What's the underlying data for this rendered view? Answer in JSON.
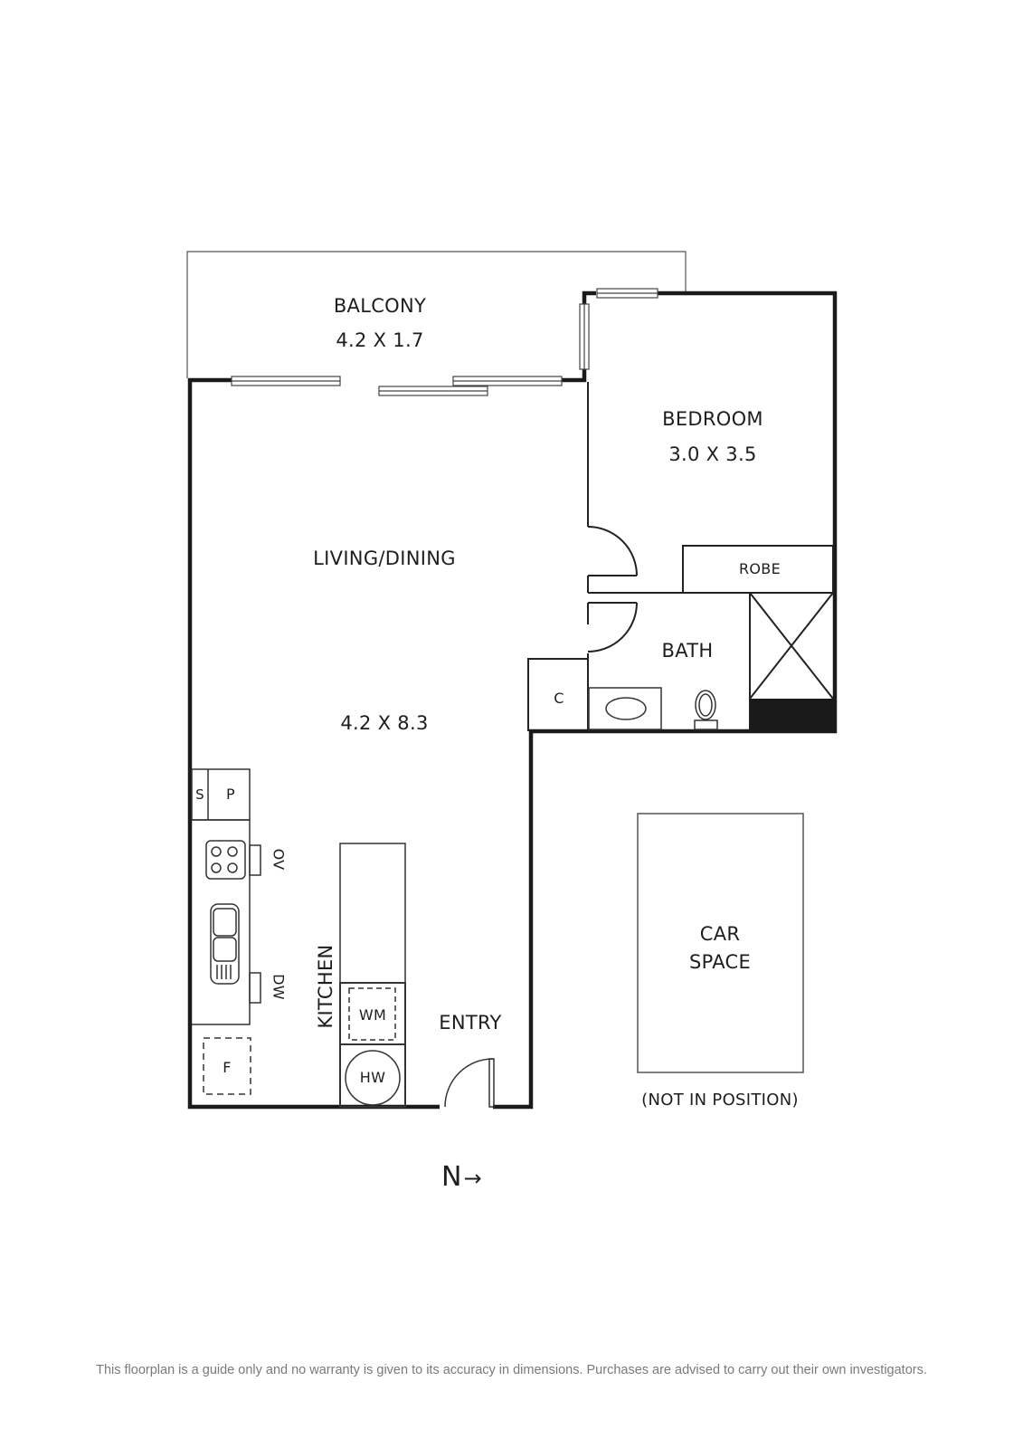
{
  "floorplan": {
    "rooms": {
      "balcony": {
        "name": "BALCONY",
        "dimensions": "4.2 X 1.7"
      },
      "bedroom": {
        "name": "BEDROOM",
        "dimensions": "3.0 X 3.5"
      },
      "living": {
        "name": "LIVING/DINING",
        "dimensions": "4.2 X 8.3"
      },
      "robe": {
        "name": "ROBE"
      },
      "bath": {
        "name": "BATH"
      },
      "cupboard": {
        "name": "C"
      },
      "kitchen": {
        "name": "KITCHEN"
      },
      "entry": {
        "name": "ENTRY"
      },
      "car_space": {
        "line1": "CAR",
        "line2": "SPACE",
        "note": "(NOT IN POSITION)"
      }
    },
    "fixtures": {
      "storage": "S",
      "pantry": "P",
      "oven": "OV",
      "dishwasher": "DW",
      "fridge": "F",
      "washing_machine": "WM",
      "hot_water": "HW"
    },
    "compass": {
      "label": "N",
      "arrow": "→"
    },
    "colors": {
      "wall": "#1a1a1a",
      "line": "#333333",
      "disclaimer": "#7a7a7a"
    }
  },
  "disclaimer": "This floorplan is a guide only and no warranty is given to its accuracy in dimensions. Purchases are advised to carry out their own investigators."
}
